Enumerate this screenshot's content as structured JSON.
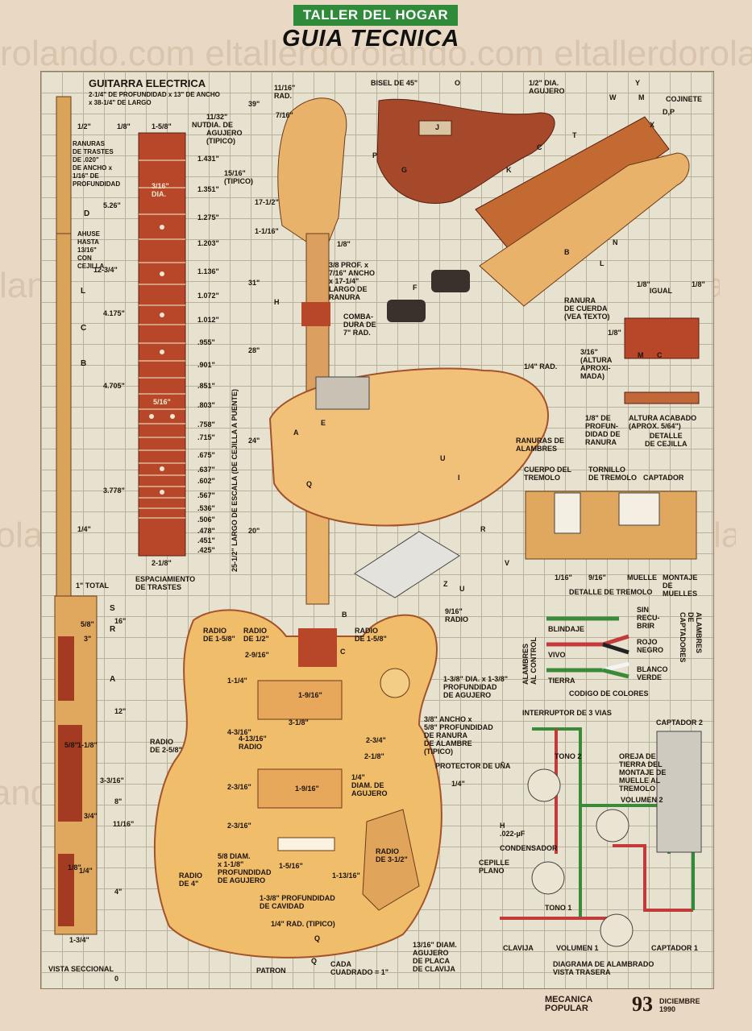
{
  "header": {
    "banner": "TALLER DEL HOGAR",
    "title": "GUIA TECNICA"
  },
  "watermark": "rolando.com eltallerdorolando.com eltallerdorolando.com eltalle",
  "guitar": {
    "heading": "GUITARRA ELECTRICA",
    "dims": "2-1/4\" DE PROFUNDIDAD x 13\" DE ANCHO\nx 38-1/4\" DE LARGO"
  },
  "fretboard": {
    "top_labels": [
      "1/8\"",
      "1-5/8\"",
      "NUT"
    ],
    "slots_note": "RANURAS\nDE TRASTES\nDE .020\"\nDE ANCHO x\n1/16\" DE\nPROFUNDIDAD",
    "dia_3_16": "3/16\"\nDIA.",
    "dia_5_16": "5/16\"",
    "fret_spacings": [
      "1.431\"",
      "1.351\"",
      "1.275\"",
      "1.203\"",
      "1.136\"",
      "1.072\"",
      "1.012\"",
      ".955\"",
      ".901\"",
      ".851\"",
      ".803\"",
      ".758\"",
      ".715\"",
      ".675\"",
      ".637\"",
      ".602\"",
      ".567\"",
      ".536\"",
      ".506\"",
      ".478\"",
      ".451\"",
      ".425\""
    ],
    "vertical_dims": [
      "5.26\"",
      "12-3/4\"",
      "4.175\"",
      "4.705\"",
      "3.778\""
    ],
    "bottom": "2-1/8\"",
    "caption": "ESPACIAMIENTO\nDE TRASTES"
  },
  "sectional": {
    "labels": [
      "1/2\"",
      "D",
      "AHUSE\nHASTA\n13/16\"\nCON\nCEJILLA",
      "L",
      "C",
      "B",
      "1/4\"",
      "1\" TOTAL",
      "S",
      "R",
      "A",
      "5/8\"",
      "3\"",
      "5/8\"",
      "1-1/8\"",
      "3-3/16\"",
      "3/4\"",
      "11/16\"",
      "1/4\"",
      "1/8\"",
      "1-3/4\""
    ],
    "caption": "VISTA SECCIONAL"
  },
  "headstock": {
    "labels": [
      "11/16\"\nRAD.",
      "7/16\"",
      "11/32\"\nDIA. DE\nAGUJERO\n(TIPICO)",
      "15/16\"\n(TIPICO)",
      "17-1/2\"",
      "1-1/16\"",
      "1/8\"",
      "3/8 PROF. x\n7/16\" ANCHO\nx 17-1/4\"\nLARGO DE\nRANURA",
      "COMBA-\nDURA DE\n7\" RAD.",
      "25-1/2\" LARGO DE ESCALA (DE CEJILLA A PUENTE)"
    ],
    "scale_marks": [
      "39\"",
      "31\"",
      "28\"",
      "24\"",
      "20\"",
      "16\"",
      "12\"",
      "8\"",
      "4\"",
      "0"
    ]
  },
  "exploded": {
    "labels": [
      "BISEL DE 45\"",
      "O",
      "1/2\" DIA.\nAGUJERO",
      "Y",
      "W",
      "M",
      "COJINETE",
      "D,P",
      "X",
      "P",
      "J",
      "G",
      "K",
      "T",
      "C",
      "N",
      "F",
      "B",
      "L",
      "H",
      "E",
      "A",
      "1/4\" RAD.",
      "RANURAS DE\nALAMBRES",
      "Q",
      "U",
      "I",
      "R",
      "Z",
      "U",
      "V",
      "Q"
    ]
  },
  "nut_detail": {
    "labels": [
      "1/8\"",
      "IGUAL",
      "1/8\"",
      "RANURA\nDE CUERDA\n(VEA TEXTO)",
      "1/8\"",
      "3/16\"\n(ALTURA\nAPROXI-\nMADA)",
      "M",
      "C",
      "1/8\" DE\nPROFUN-\nDIDAD DE\nRANURA",
      "ALTURA ACABADO\n(APROX. 5/64\")"
    ],
    "caption": "DETALLE\nDE CEJILLA"
  },
  "tremolo_detail": {
    "labels": [
      "CUERPO DEL\nTREMOLO",
      "TORNILLO\nDE TREMOLO",
      "CAPTADOR",
      "1/16\"",
      "9/16\"",
      "MUELLE",
      "MONTAJE\nDE\nMUELLES"
    ],
    "caption": "DETALLE DE TREMOLO"
  },
  "color_code": {
    "left_group": "ALAMBRES\nAL CONTROL",
    "right_group": "ALAMBRES DE\nCAPTADORES",
    "rows": [
      "BLINDAJE",
      "VIVO",
      "TIERRA"
    ],
    "right_rows": [
      "SIN\nRECU-\nBRIR",
      "ROJO\nNEGRO",
      "BLANCO\nVERDE"
    ],
    "caption": "CODIGO DE COLORES"
  },
  "body": {
    "labels": [
      "RADIO\nDE 1-5/8\"",
      "RADIO\nDE 1/2\"",
      "RADIO\nDE 1-5/8\"",
      "9/16\"\nRADIO",
      "2-9/16\"",
      "C",
      "B",
      "1-1/4\"",
      "1-9/16\"",
      "3-1/8\"",
      "1-3/8\" DIA. x 1-3/8\"\nPROFUNDIDAD\nDE AGUJERO",
      "3/8\" ANCHO x\n5/8\" PROFUNDIDAD\nDE RANURA\nDE ALAMBRE\n(TIPICO)",
      "RADIO\nDE 2-5/8\"",
      "4-3/16\"",
      "4-13/16\"\nRADIO",
      "2-3/4\"",
      "2-1/8\"",
      "PROTECTOR DE UÑA",
      "1/4\"\nDIAM. DE\nAGUJERO",
      "1-9/16\"",
      "1/4\"",
      "2-3/16\"",
      "2-3/16\"",
      "5/8 DIAM.\nx 1-1/8\"\nPROFUNDIDAD\nDE AGUJERO",
      "RADIO\nDE 4\"",
      "1-5/16\"",
      "1-13/16\"",
      "RADIO\nDE 3-1/2\"",
      "CEPILLE\nPLANO",
      "1-3/8\" PROFUNDIDAD\nDE CAVIDAD",
      "1/4\" RAD. (TIPICO)",
      "13/16\" DIAM.\nAGUJERO\nDE PLACA\nDE CLAVIJA",
      "Q"
    ],
    "patron": "PATRON",
    "cada": "CADA\nCUADRADO = 1\""
  },
  "wiring": {
    "labels": [
      "INTERRUPTOR DE 3 VIAS",
      "CAPTADOR 2",
      "TONO 2",
      "OREJA DE\nTIERRA DEL\nMONTAJE DE\nMUELLE AL\nTREMOLO",
      "VOLUMEN 2",
      "H",
      ".022-µF",
      "CONDENSADOR",
      "TONO 1",
      "CLAVIJA",
      "VOLUMEN 1",
      "CAPTADOR 1"
    ],
    "caption": "DIAGRAMA DE ALAMBRADO\nVISTA TRASERA"
  },
  "footer": {
    "mag": "MECANICA\nPOPULAR",
    "page": "93",
    "date": "DICIEMBRE\n1990"
  }
}
